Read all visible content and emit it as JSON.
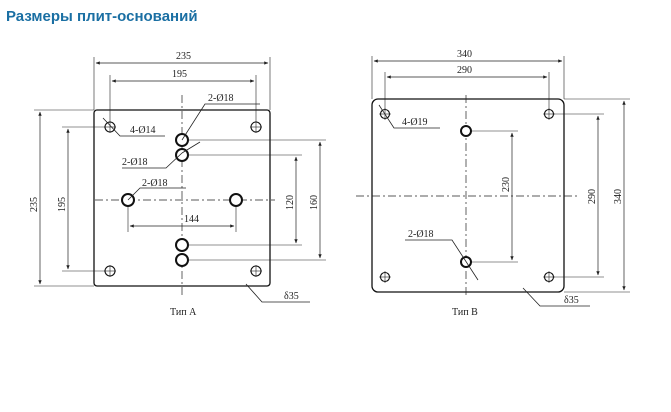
{
  "header": {
    "title": "Размеры плит-оснований",
    "title_color": "#1a6fa3"
  },
  "type_a": {
    "caption": "Тип A",
    "dims": {
      "width_outer": "235",
      "width_inner": "195",
      "height_outer": "235",
      "height_inner": "195",
      "spacing_160": "160",
      "spacing_120": "120",
      "spacing_144": "144"
    },
    "callouts": {
      "corner_holes": "4-Ø14",
      "top_pair": "2-Ø18",
      "mid_pair": "2-Ø18",
      "side_pair": "2-Ø18",
      "thickness": "δ35"
    }
  },
  "type_b": {
    "caption": "Тип B",
    "dims": {
      "width_outer": "340",
      "width_inner": "290",
      "height_outer": "340",
      "height_inner": "290",
      "spacing_230": "230"
    },
    "callouts": {
      "corner_holes": "4-Ø19",
      "center_pair": "2-Ø18",
      "thickness": "δ35"
    }
  }
}
